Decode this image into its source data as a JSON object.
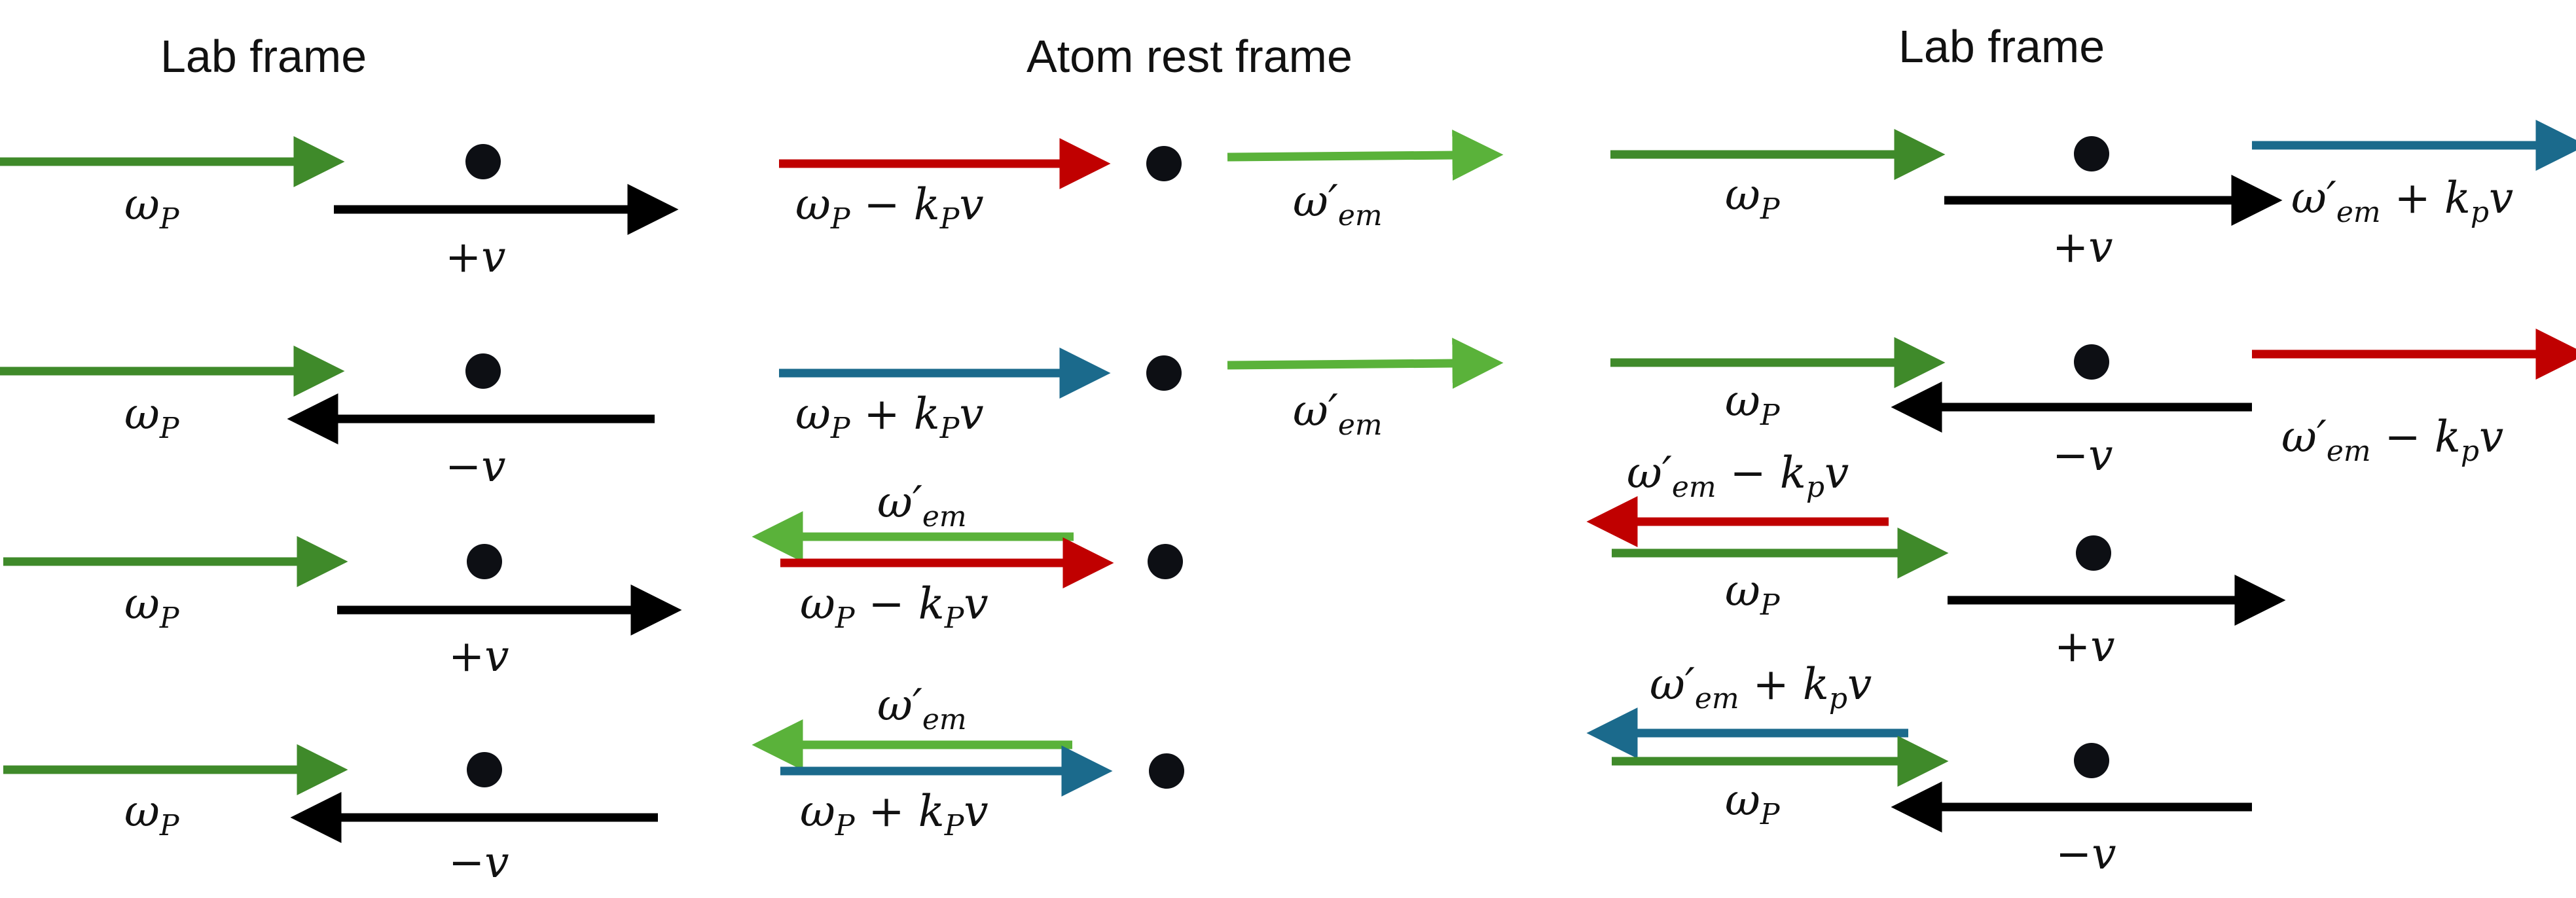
{
  "colors": {
    "pump_green": "#3f8a2a",
    "emission_green": "#5ab23a",
    "red": "#c00000",
    "blue": "#1b6a8c",
    "black": "#000000",
    "atom": "#0d0f14"
  },
  "headers": {
    "left": "Lab frame",
    "middle": "Atom rest frame",
    "right": "Lab frame"
  },
  "labels": {
    "omega_p": "ω",
    "omega_p_sub": "P",
    "plus_v": "+v",
    "minus_v": "−v",
    "omega_em": "ω′",
    "omega_em_sub": "em",
    "minus_kpv": " − k",
    "plus_kpv": " + k",
    "kP_sub": "P",
    "kp_sub": "p",
    "v": "v"
  },
  "icons": {
    "atom": "filled-circle-icon",
    "arrow": "arrow-icon"
  }
}
